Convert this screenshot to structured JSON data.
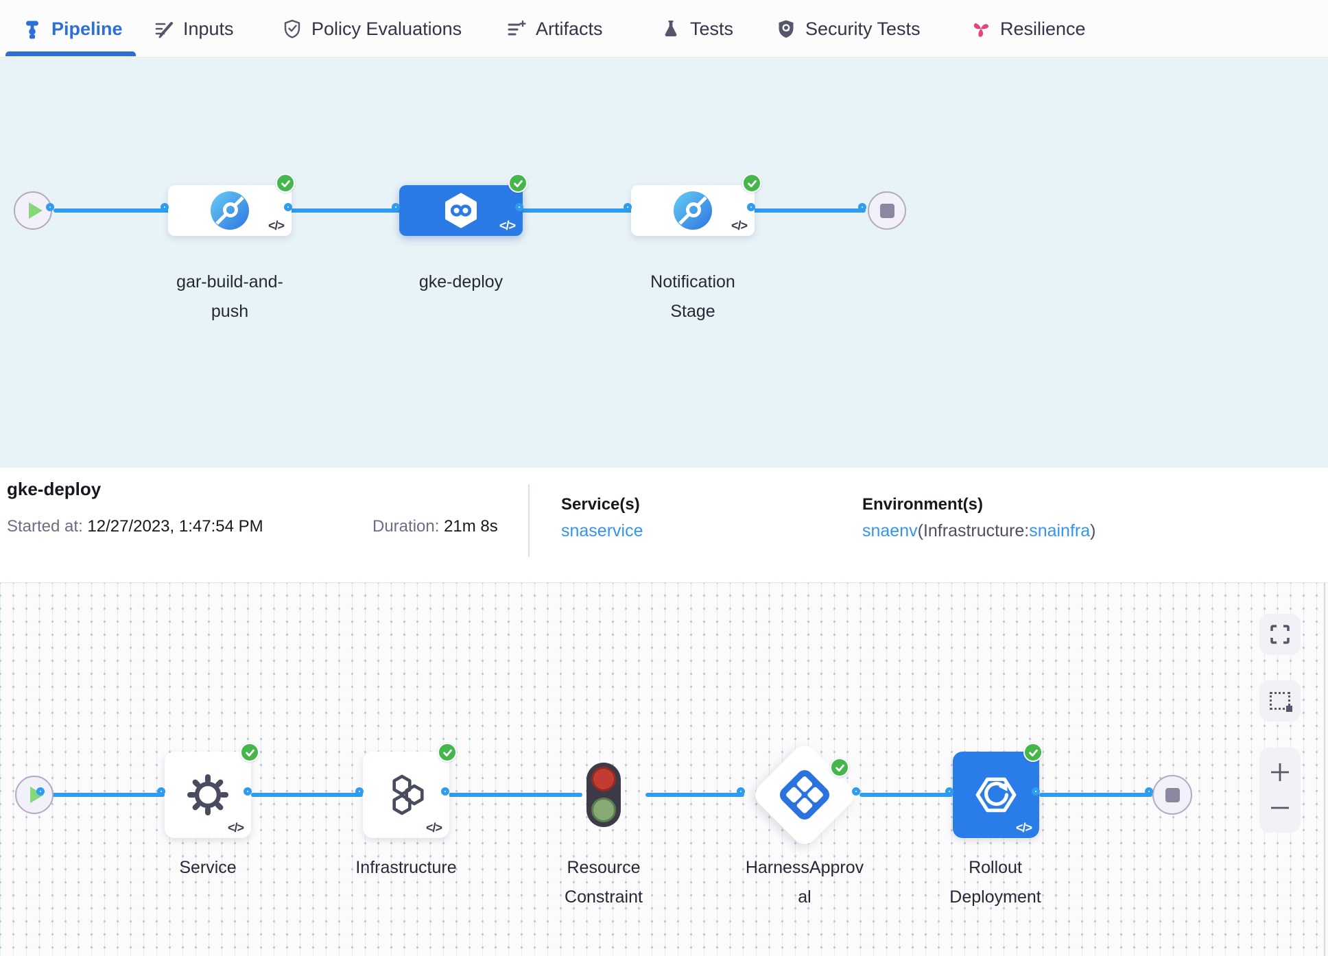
{
  "tabs": [
    {
      "label": "Pipeline",
      "active": true
    },
    {
      "label": "Inputs",
      "active": false
    },
    {
      "label": "Policy Evaluations",
      "active": false
    },
    {
      "label": "Artifacts",
      "active": false
    },
    {
      "label": "Tests",
      "active": false
    },
    {
      "label": "Security Tests",
      "active": false
    },
    {
      "label": "Resilience",
      "active": false
    }
  ],
  "stage_pipeline": {
    "stages": [
      {
        "name": "gar-build-and-push",
        "lines": [
          "gar-build-and-",
          "push"
        ],
        "status": "success",
        "type": "ci",
        "code": "</>"
      },
      {
        "name": "gke-deploy",
        "lines": [
          "gke-deploy"
        ],
        "status": "success",
        "type": "cd",
        "selected": true,
        "code": "</>"
      },
      {
        "name": "Notification Stage",
        "lines": [
          "Notification",
          "Stage"
        ],
        "status": "success",
        "type": "custom",
        "code": "</>"
      }
    ]
  },
  "summary": {
    "title": "gke-deploy",
    "started_label": "Started at:",
    "started_value": "12/27/2023, 1:47:54 PM",
    "duration_label": "Duration:",
    "duration_value": "21m 8s",
    "services_label": "Service(s)",
    "service_link": "snaservice",
    "environments_label": "Environment(s)",
    "env_link": "snaenv",
    "env_infra_prefix": "(Infrastructure:",
    "env_infra_link": "snainfra",
    "env_suffix": ")"
  },
  "execution": {
    "steps": [
      {
        "name": "Service",
        "lines": [
          "Service"
        ],
        "status": "success",
        "icon": "gear",
        "code": "</>"
      },
      {
        "name": "Infrastructure",
        "lines": [
          "Infrastructure"
        ],
        "status": "success",
        "icon": "hexagons",
        "code": "</>"
      },
      {
        "name": "Resource Constraint",
        "lines": [
          "Resource",
          "Constraint"
        ],
        "icon": "traffic-light"
      },
      {
        "name": "HarnessApproval",
        "lines": [
          "HarnessApprov",
          "al"
        ],
        "status": "success",
        "icon": "approval-diamond"
      },
      {
        "name": "Rollout Deployment",
        "lines": [
          "Rollout",
          "Deployment"
        ],
        "status": "success",
        "icon": "rollout",
        "code": "</>"
      }
    ]
  },
  "colors": {
    "accent": "#2e6fd6",
    "link": "#3694ec",
    "connector": "#2f9cf0",
    "success": "#44b64c",
    "selected_stage": "#2b7be7",
    "canvas_top_bg": "#e8f3f8"
  }
}
